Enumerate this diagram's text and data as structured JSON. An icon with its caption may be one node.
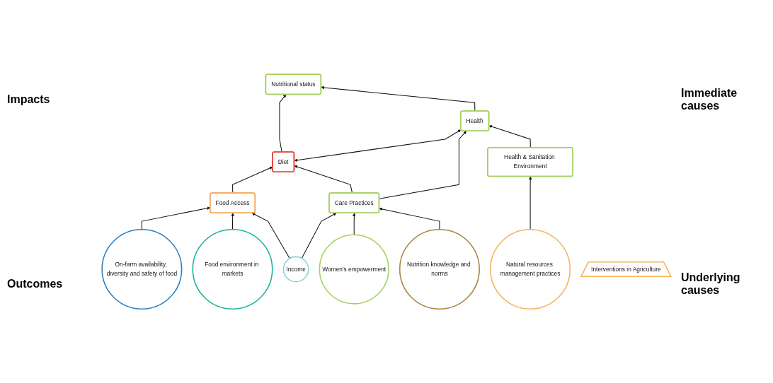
{
  "diagram": {
    "nodes": [
      {
        "text": [
          "Nutritional status"
        ]
      },
      {
        "text": [
          "Diet"
        ]
      },
      {
        "text": [
          "Health"
        ]
      },
      {
        "text": [
          "Food Access"
        ]
      },
      {
        "text": [
          "Care Practices"
        ]
      },
      {
        "text": [
          "Health & Sanitation Environment"
        ]
      },
      {
        "text": [
          "On-farm availability, diversity and safety of food"
        ]
      },
      {
        "text": [
          "Food environment in markets"
        ]
      },
      {
        "text": [
          "Income"
        ]
      },
      {
        "text": [
          "Women's empowerment"
        ]
      },
      {
        "text": [
          "Nutrition knowledge and norms"
        ]
      },
      {
        "text": [
          "Natural resources management practices"
        ]
      },
      {
        "text": [
          "Interventions in Agriculture"
        ]
      }
    ],
    "edges": [
      {
        "from": 1,
        "to": 0,
        "arrow": "to"
      },
      {
        "from": 2,
        "to": 0,
        "arrow": "to"
      },
      {
        "from": 1,
        "to": 2,
        "arrow": "both"
      },
      {
        "from": 3,
        "to": 1,
        "arrow": "to"
      },
      {
        "from": 4,
        "to": 1,
        "arrow": "to"
      },
      {
        "from": 4,
        "to": 2,
        "arrow": "to"
      },
      {
        "from": 5,
        "to": 2,
        "arrow": "to"
      },
      {
        "from": 6,
        "to": 3,
        "arrow": "to"
      },
      {
        "from": 7,
        "to": 3,
        "arrow": "to"
      },
      {
        "from": 8,
        "to": 3,
        "arrow": "to"
      },
      {
        "from": 8,
        "to": 4,
        "arrow": "to"
      },
      {
        "from": 9,
        "to": 4,
        "arrow": "to"
      },
      {
        "from": 10,
        "to": 4,
        "arrow": "to"
      },
      {
        "from": 11,
        "to": 5,
        "arrow": "to"
      }
    ],
    "labels": [
      "Impacts",
      "Immediate causes",
      "Underlying causes",
      "Outcomes"
    ]
  }
}
